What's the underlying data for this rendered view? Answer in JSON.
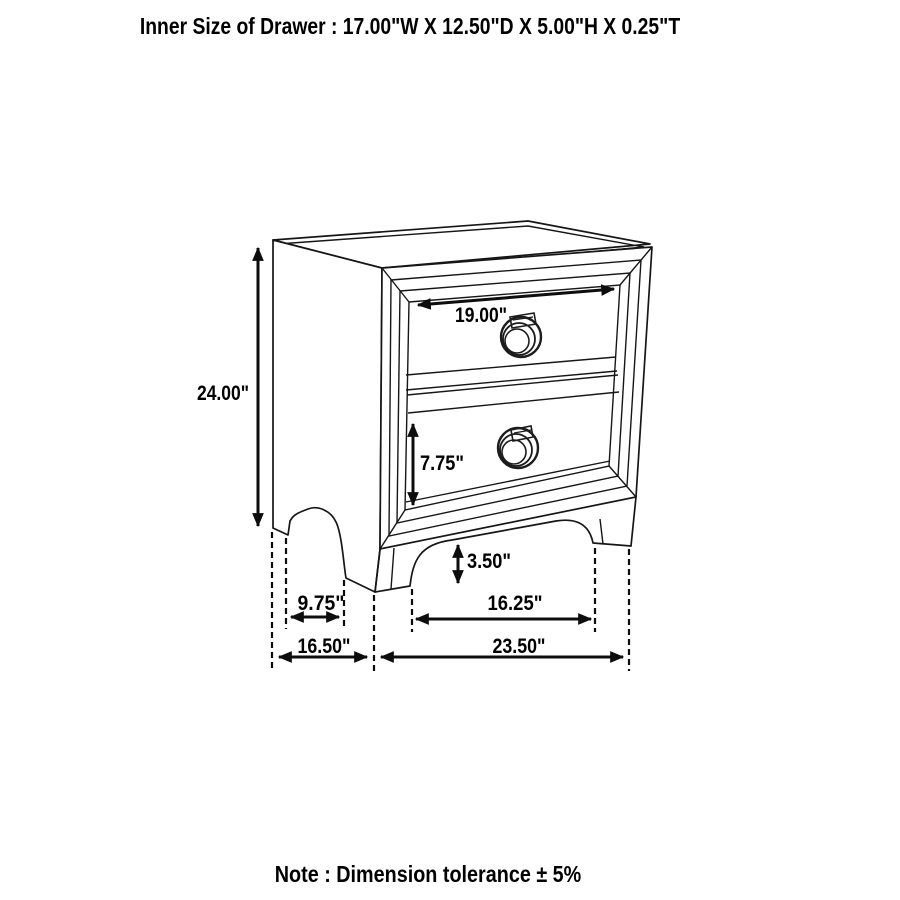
{
  "title": "Inner Size of Drawer : 17.00\"W X 12.50\"D X 5.00\"H X 0.25\"T",
  "note": "Note : Dimension tolerance ± 5%",
  "inner_drawer_size": {
    "width": "17.00\"",
    "depth": "12.50\"",
    "height": "5.00\"",
    "thickness": "0.25\""
  },
  "diagram": {
    "subject": "two-drawer nightstand dimension line drawing",
    "dimensions": {
      "drawer_front_width": "19.00\"",
      "overall_height": "24.00\"",
      "bottom_drawer_front_height": "7.75\"",
      "foot_height": "3.50\"",
      "side_foot_spacing": "9.75\"",
      "front_foot_spacing": "16.25\"",
      "overall_depth": "16.50\"",
      "overall_width": "23.50\""
    }
  },
  "colors": {
    "background": "#ffffff",
    "line": "#161616",
    "text": "#000000"
  }
}
